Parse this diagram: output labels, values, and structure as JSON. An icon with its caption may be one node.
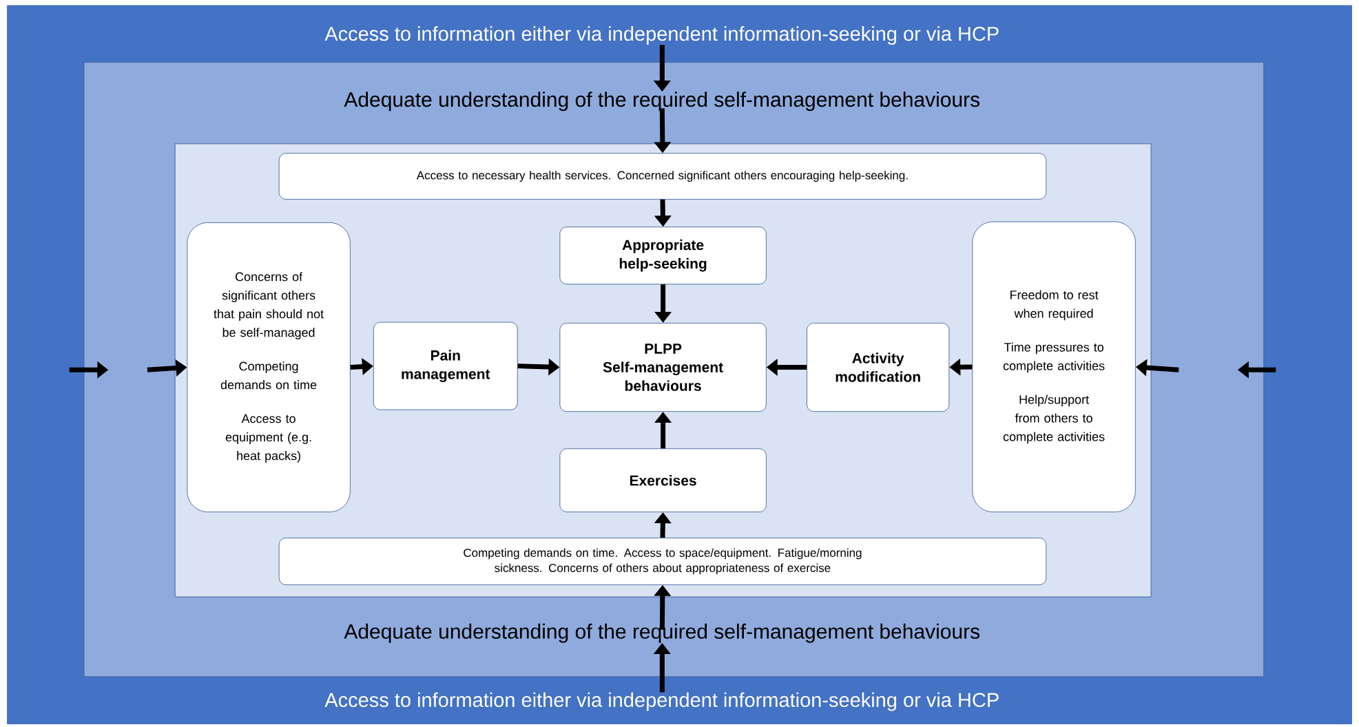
{
  "diagram": {
    "nodes": [
      {
        "text": [
          "Access to information either via independent information-seeking or via HCP",
          "Access to information either via independent information-seeking or via HCP"
        ]
      },
      {
        "text": [
          "Adequate understanding of the required self-management behaviours",
          "Adequate understanding of the required self-management behaviours"
        ],
        "in": 0
      },
      {
        "text": [],
        "shape": "box",
        "in": 1
      },
      {
        "text": [
          "Access to necessary health services. Concerned significant others encouraging help-seeking."
        ],
        "in": 2
      },
      {
        "text": [
          "Concerns of significant others that pain should not be self-managed",
          "Competing demands on time",
          "Access to equipment (e.g. heat packs)"
        ],
        "in": 2
      },
      {
        "text": [
          "Appropriate help-seeking"
        ],
        "in": 2
      },
      {
        "text": [
          "Pain management"
        ],
        "in": 2
      },
      {
        "text": [
          "PLPP",
          "Self-management behaviours"
        ],
        "in": 2
      },
      {
        "text": [
          "Activity modification"
        ],
        "in": 2
      },
      {
        "text": [
          "Freedom to rest when required",
          "Time pressures to complete activities",
          "Help/support from others to complete activities"
        ],
        "in": 2
      },
      {
        "text": [
          "Exercises"
        ],
        "in": 2
      },
      {
        "text": [
          "Competing demands on time. Access to space/equipment. Fatigue/morning sickness. Concerns of others about appropriateness of exercise"
        ],
        "in": 2
      }
    ],
    "edges": [
      {
        "from": 0,
        "to": 1,
        "arrow": "to"
      },
      {
        "from": 1,
        "to": 3,
        "arrow": "to"
      },
      {
        "from": 3,
        "to": 5,
        "arrow": "to"
      },
      {
        "from": 5,
        "to": 7,
        "arrow": "to"
      },
      {
        "from": 4,
        "to": 6,
        "arrow": "to"
      },
      {
        "from": 6,
        "to": 7,
        "arrow": "to"
      },
      {
        "from": 9,
        "to": 8,
        "arrow": "to"
      },
      {
        "from": 8,
        "to": 7,
        "arrow": "to"
      },
      {
        "from": 10,
        "to": 7,
        "arrow": "to"
      },
      {
        "from": 11,
        "to": 10,
        "arrow": "to"
      },
      {
        "from": 1,
        "to": 11,
        "arrow": "to"
      },
      {
        "from": 0,
        "to": 1,
        "arrow": "to"
      },
      {
        "from": null,
        "to": 4,
        "arrow": "to"
      },
      {
        "from": null,
        "to": 9,
        "arrow": "to"
      }
    ]
  }
}
